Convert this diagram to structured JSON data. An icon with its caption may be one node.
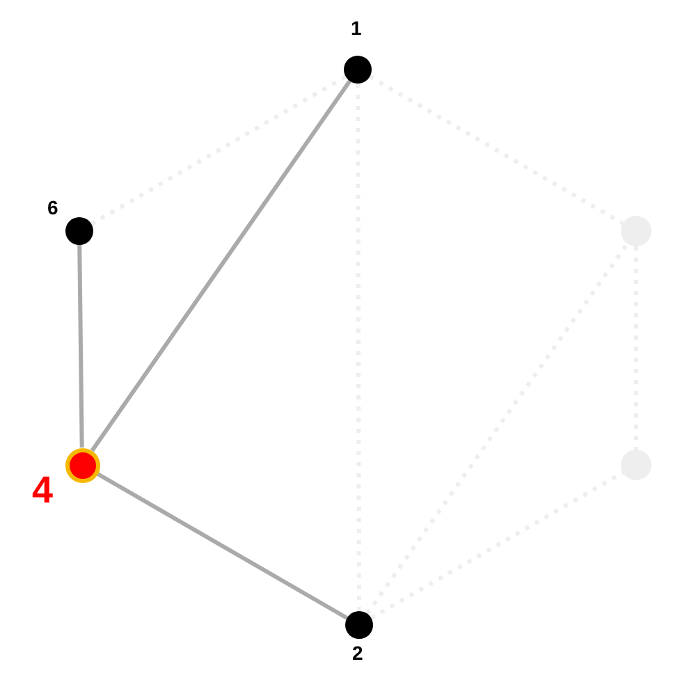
{
  "diagram": {
    "nodes": [
      {
        "text": [
          "1"
        ]
      },
      {
        "text": [
          "6"
        ]
      },
      {
        "text": [
          "4"
        ]
      },
      {
        "text": [
          "2"
        ]
      },
      {
        "text": [],
        "shape": "circle"
      },
      {
        "text": [],
        "shape": "circle"
      }
    ],
    "edges": [
      {
        "from": 2,
        "to": 0,
        "arrow": "none",
        "color": "#aaaaaa"
      },
      {
        "from": 2,
        "to": 1,
        "arrow": "none",
        "color": "#aaaaaa"
      },
      {
        "from": 2,
        "to": 3,
        "arrow": "none",
        "color": "#aaaaaa"
      },
      {
        "from": 1,
        "to": 0,
        "arrow": "none",
        "style": "dashed"
      },
      {
        "from": 0,
        "to": 4,
        "arrow": "none",
        "style": "dashed"
      },
      {
        "from": 0,
        "to": 3,
        "arrow": "none",
        "style": "dashed"
      },
      {
        "from": 3,
        "to": 4,
        "arrow": "none",
        "style": "dashed"
      },
      {
        "from": 3,
        "to": 5,
        "arrow": "none",
        "style": "dashed"
      },
      {
        "from": 4,
        "to": 5,
        "arrow": "none",
        "style": "dashed"
      }
    ]
  }
}
